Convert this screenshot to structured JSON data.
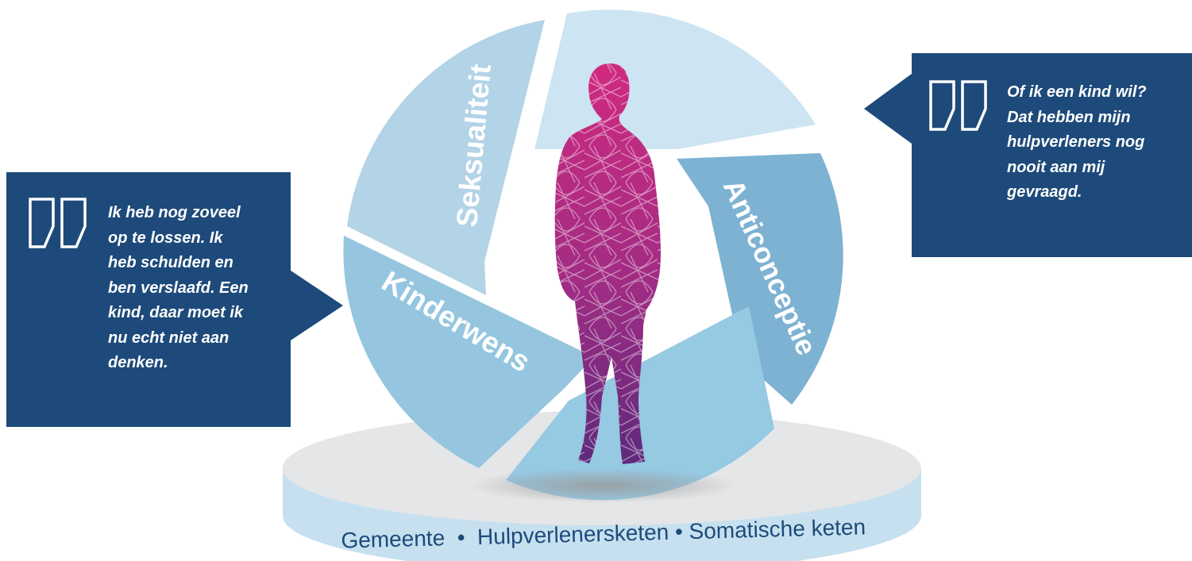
{
  "segments": [
    {
      "label": "Seksualiteit",
      "color": "#b3d3e6"
    },
    {
      "label": "Anticonceptie",
      "color": "#7eb2d2"
    },
    {
      "label": "Kinderwens",
      "color": "#96c6df"
    }
  ],
  "base": {
    "label": "Gemeente  •  Hulpverlenersketen • Somatische keten",
    "top_color": "#e5e6e8",
    "side_color": "#c6e0ef"
  },
  "quotes": {
    "left": {
      "lines": [
        "Ik heb nog zoveel",
        "op te lossen. Ik",
        "heb schulden en",
        "ben verslaafd. Een",
        "kind, daar moet ik",
        "nu echt niet aan",
        "denken."
      ],
      "icon": "quote-marks-icon"
    },
    "right": {
      "lines": [
        "Of ik een kind wil?",
        "Dat hebben mijn",
        "hulpverleners nog",
        "nooit aan mij",
        "gevraagd."
      ],
      "icon": "quote-marks-icon"
    }
  },
  "colors": {
    "quote_box": "#1d4a7a",
    "figure_top": "#c8267e",
    "figure_bottom": "#6a2a7e"
  }
}
